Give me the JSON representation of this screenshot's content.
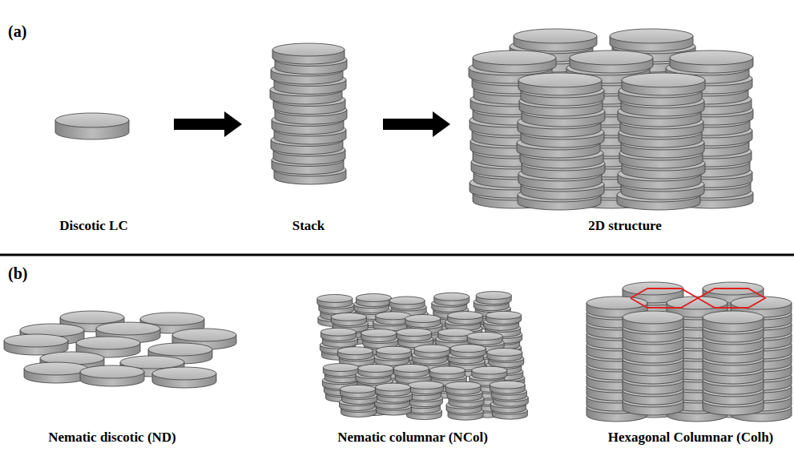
{
  "diagram": {
    "labels": [
      "(a)",
      "Discotic LC",
      "Stack",
      "2D structure",
      "(b)",
      "Nematic discotic (ND)",
      "Nematic columnar (NCol)",
      "Hexagonal Columnar (Colh)"
    ]
  }
}
